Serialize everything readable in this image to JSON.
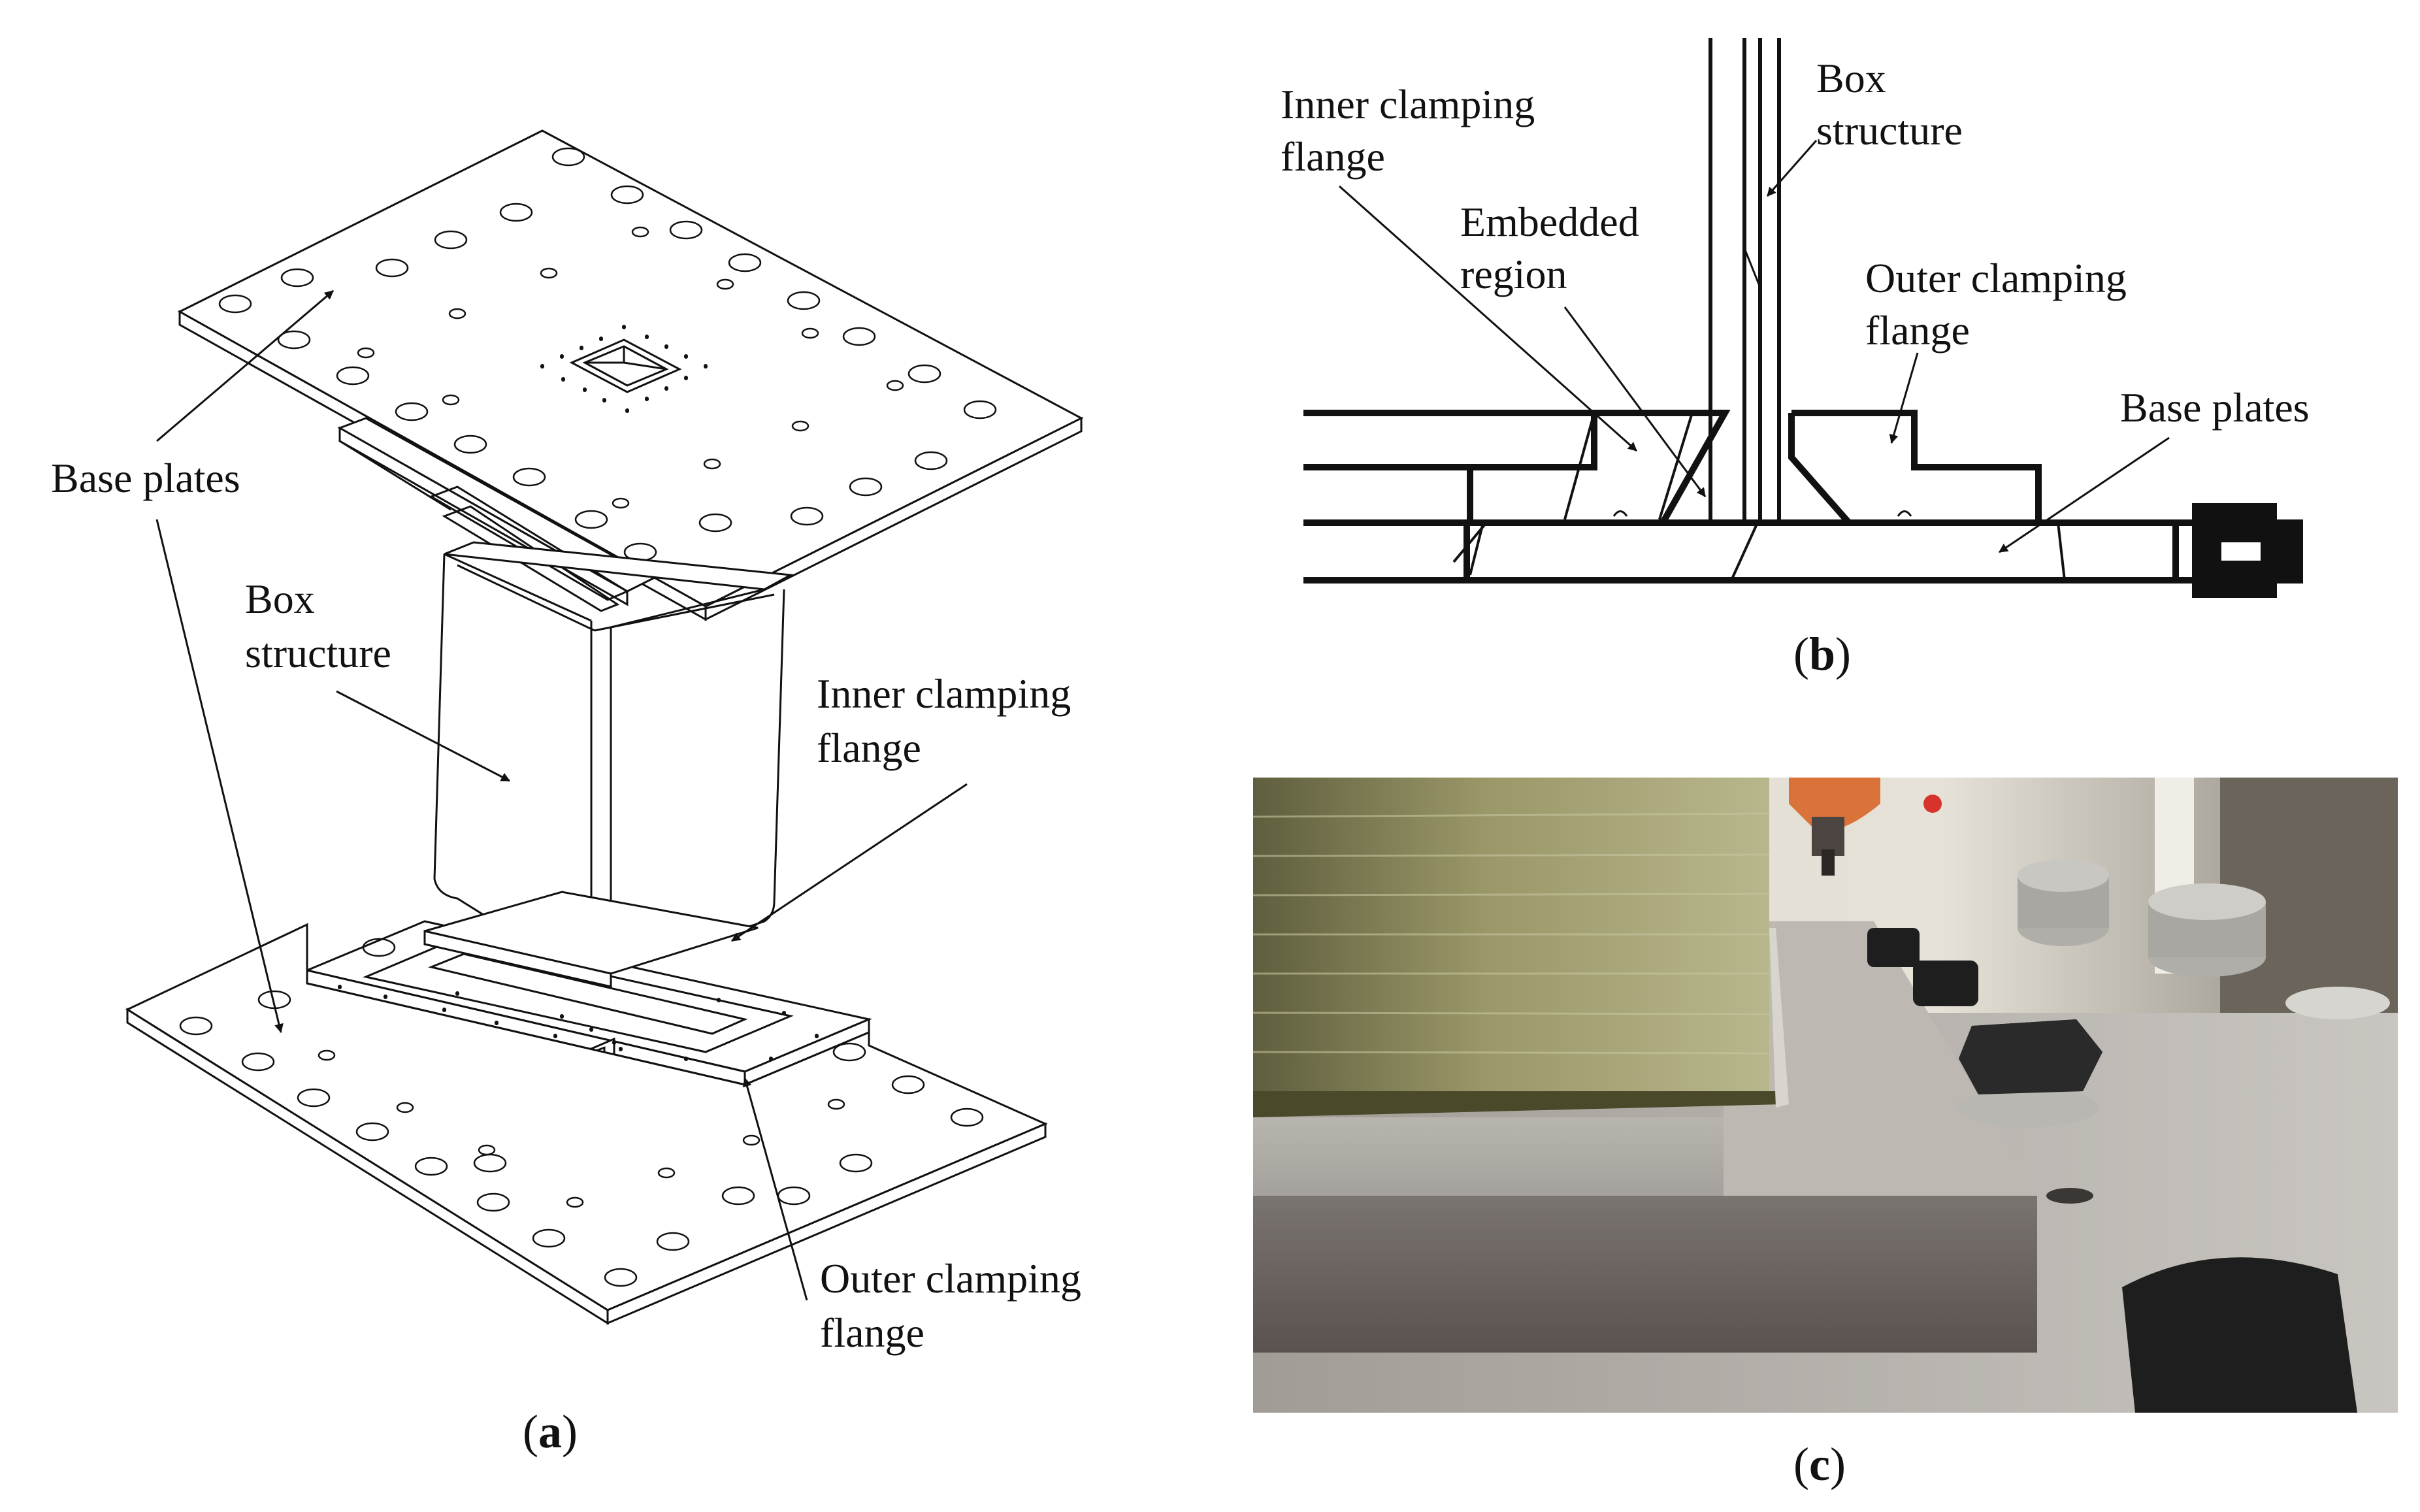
{
  "panel_a": {
    "caption_letter": "a",
    "labels": {
      "base_plates": "Base plates",
      "box_l1": "Box",
      "box_l2": "structure",
      "inner_l1": "Inner clamping",
      "inner_l2": "flange",
      "outer_l1": "Outer clamping",
      "outer_l2": "flange"
    }
  },
  "panel_b": {
    "caption_letter": "b",
    "labels": {
      "inner_l1": "Inner clamping",
      "inner_l2": "flange",
      "embedded_l1": "Embedded",
      "embedded_l2": "region",
      "box_l1": "Box",
      "box_l2": "structure",
      "outer_l1": "Outer clamping",
      "outer_l2": "flange",
      "base_plates": "Base plates"
    }
  },
  "panel_c": {
    "caption_letter": "c"
  },
  "colors": {
    "line": "#111111",
    "composite_tube": "#8d8a5c",
    "steel_plate": "#9a9591",
    "bolt": "#1e1e1e",
    "nozzle": "#d9733a"
  }
}
